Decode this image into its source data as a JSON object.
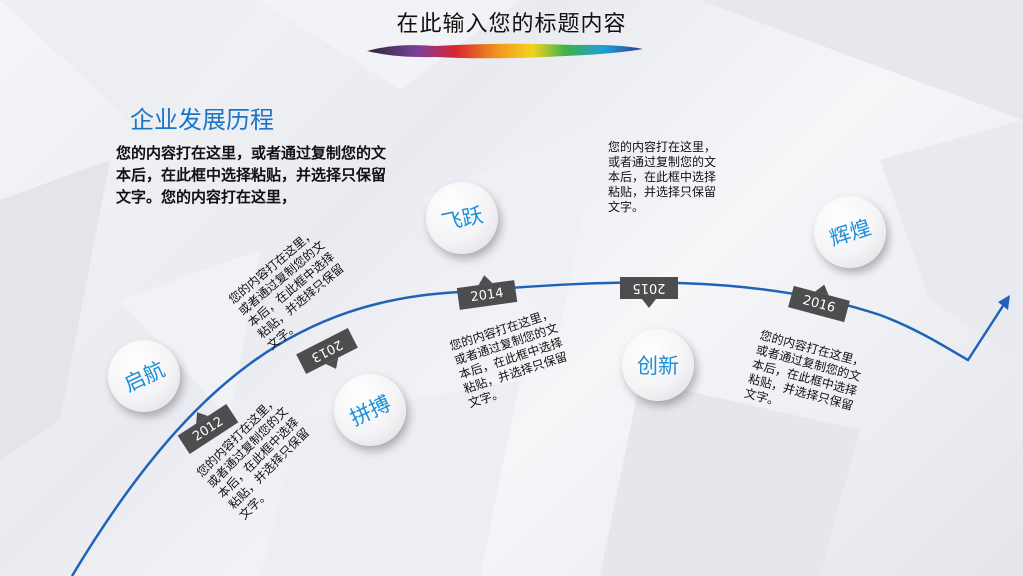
{
  "title": "在此输入您的标题内容",
  "heading": "企业发展历程",
  "intro_text": "您的内容打在这里，或者通过复制您的文本后，在此框中选择粘贴，并选择只保留文字。您的内容打在这里，",
  "milestones": [
    {
      "label": "启航"
    },
    {
      "label": "拼搏"
    },
    {
      "label": "飞跃"
    },
    {
      "label": "创新"
    },
    {
      "label": "辉煌"
    }
  ],
  "years": [
    "2012",
    "2013",
    "2014",
    "2015",
    "2016"
  ],
  "notes": [
    "您的内容打在这里，或者通过复制您的文本后，在此框中选择粘贴，并选择只保留文字。",
    "您的内容打在这里，或者通过复制您的文本后，在此框中选择粘贴，并选择只保留文字。",
    "您的内容打在这里，或者通过复制您的文本后，在此框中选择粘贴，并选择只保留文字。",
    "您的内容打在这里，或者通过复制您的文本后，在此框中选择粘贴，并选择只保留文字。",
    "您的内容打在这里，或者通过复制您的文本后，在此框中选择粘贴，并选择只保留文字。"
  ],
  "colors": {
    "accent": "#1a75c8",
    "curve": "#1f63b8",
    "year_box": "#4d4d4f"
  }
}
